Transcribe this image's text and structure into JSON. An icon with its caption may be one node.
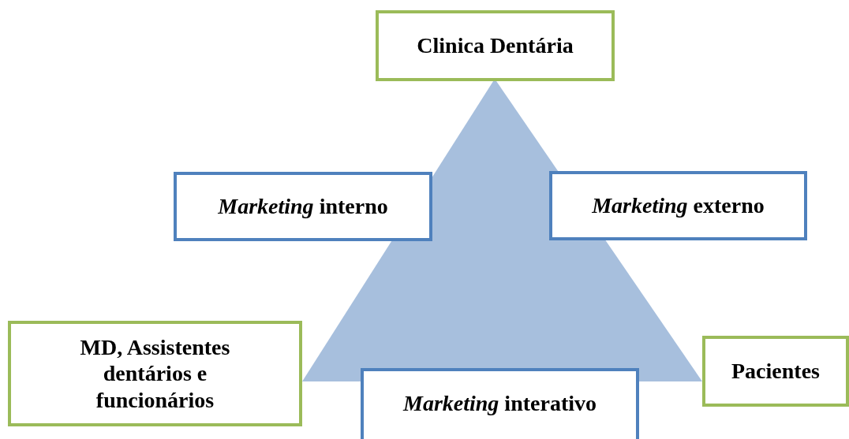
{
  "diagram": {
    "nodes": [
      {
        "text": [
          "Clinica Dentária"
        ]
      },
      {
        "text": [
          "*Marketing* interno"
        ]
      },
      {
        "text": [
          "*Marketing* externo"
        ]
      },
      {
        "text": [
          "MD, Assistentes dentários e funcionários"
        ]
      },
      {
        "text": [
          "Pacientes"
        ]
      },
      {
        "text": [
          "*Marketing* interativo"
        ]
      }
    ]
  }
}
